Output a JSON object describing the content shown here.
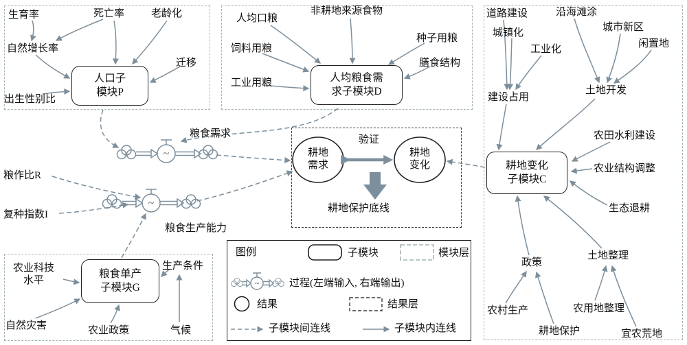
{
  "figure": {
    "type": "system-dynamics-diagram",
    "language": "zh"
  },
  "colors": {
    "arrow": "#7d8f9c",
    "module_layer_border": "#a4b6ac",
    "result_layer_border": "#3a3a3a",
    "box_border": "#222222",
    "text": "#111111",
    "background": "#ffffff"
  },
  "modules": {
    "population": {
      "title": [
        "人口子",
        "模块P"
      ],
      "inputs": {
        "fertility": "生育率",
        "mortality": "死亡率",
        "aging": "老龄化",
        "natural_growth": "自然增长率",
        "migration": "迁移",
        "birth_sex_ratio": "出生性别比"
      }
    },
    "grain_demand": {
      "title": [
        "人均粮食需",
        "求子模块D"
      ],
      "inputs": {
        "per_capita_ration": "人均口粮",
        "non_cropland_food": "非耕地来源食物",
        "feed_grain": "饲料用粮",
        "seed_grain": "种子用粮",
        "diet_structure": "膳食结构",
        "industrial_grain": "工业用粮"
      }
    },
    "cropland_change": {
      "title": [
        "耕地变化",
        "子模块C"
      ],
      "inputs": {
        "road_construction": "道路建设",
        "urbanization": "城镇化",
        "coastal_flats": "沿海滩涂",
        "new_urban_district": "城市新区",
        "idle_land": "闲置地",
        "industrialization": "工业化",
        "construction_occupation": "建设占用",
        "land_development": "土地开发",
        "irrigation_works": "农田水利建设",
        "agri_structure_adjust": "农业结构调整",
        "ecological_reversion": "生态退耕",
        "land_consolidation": "土地整理",
        "policy": "政策",
        "rural_production": "农村生产",
        "cropland_protection": "耕地保护",
        "agri_land_consolidation": "农用地整理",
        "arable_wasteland": "宜农荒地"
      }
    },
    "grain_yield": {
      "title": [
        "粮食单产",
        "子模块G"
      ],
      "inputs": {
        "agri_tech_level": [
          "农业科技",
          "水平"
        ],
        "natural_disaster": "自然灾害",
        "agri_policy": "农业政策",
        "climate": "气候",
        "production_conditions": "生产条件"
      }
    }
  },
  "flows": {
    "grain_demand_label": "粮食需求",
    "grain_production_capacity_label": "粮食生产能力",
    "grain_crop_ratio": "粮作比R",
    "multiple_cropping_index": "复种指数I"
  },
  "results": {
    "cropland_demand": [
      "耕地",
      "需求"
    ],
    "cropland_change": [
      "耕地",
      "变化"
    ],
    "verification": "验证",
    "protection_bottom_line": "耕地保护底线"
  },
  "legend": {
    "title": "图例",
    "submodule": "子模块",
    "module_layer": "模块层",
    "process": "过程(左端输入, 右端输出)",
    "result": "结果",
    "result_layer": "结果层",
    "inter_module_link": "子模块间连线",
    "intra_module_link": "子模块内连线"
  }
}
